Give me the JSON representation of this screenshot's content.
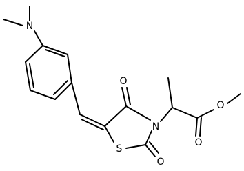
{
  "molecule": {
    "atoms": {
      "nitrogen_amine": "N",
      "nitrogen_ring": "N",
      "sulfur_ring": "S",
      "oxygen_carbonyl_4": "O",
      "oxygen_carbonyl_2": "O",
      "oxygen_ester_carbonyl": "O",
      "oxygen_ester_ether": "O"
    }
  },
  "colors": {
    "bond": "#000000",
    "background": "#ffffff"
  }
}
